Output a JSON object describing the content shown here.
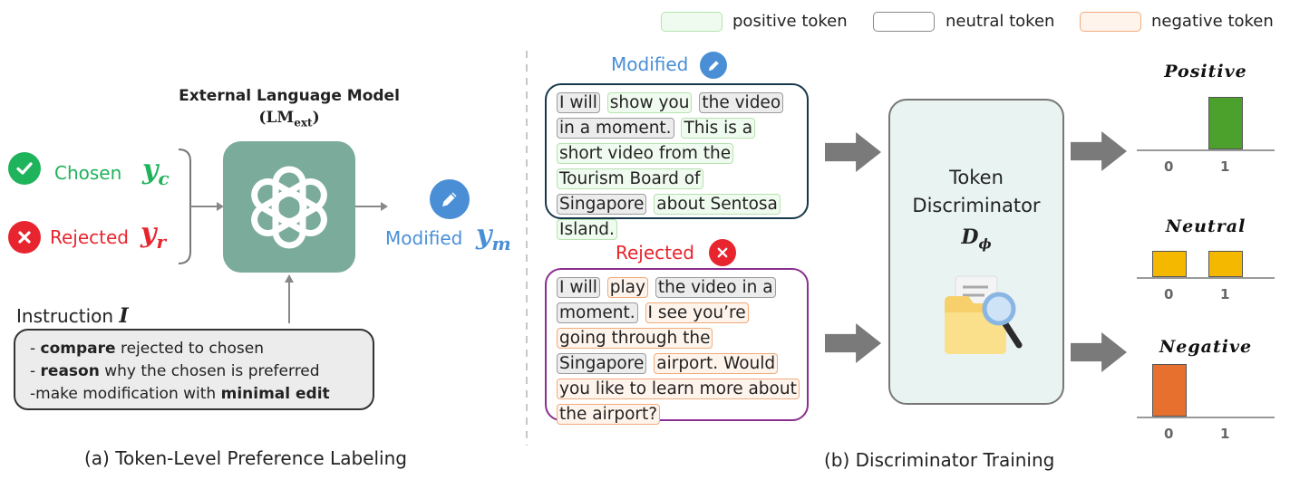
{
  "legend": {
    "positive": "positive token",
    "neutral": "neutral token",
    "negative": "negative token"
  },
  "panel_a": {
    "lm_title": "External Language Model",
    "lm_sub_main": "LM",
    "lm_sub_sub": "ext",
    "chosen_label": "Chosen",
    "chosen_sym": "y",
    "chosen_sub": "c",
    "rejected_label": "Rejected",
    "rejected_sym": "y",
    "rejected_sub": "r",
    "modified_label": "Modified",
    "modified_sym": "y",
    "modified_sub": "m",
    "instruction_label": "Instruction",
    "instruction_sym": "I",
    "instr1_bold": "compare",
    "instr1_rest": " rejected to chosen",
    "instr2_bold": "reason",
    "instr2_rest": " why the chosen is preferred",
    "instr3_rest": "-make modification with ",
    "instr3_bold": "minimal edit",
    "caption": "(a) Token-Level Preference Labeling"
  },
  "panel_b": {
    "modified_title": "Modified",
    "rejected_title": "Rejected",
    "modified_tokens": [
      {
        "text": "I will",
        "type": "neu"
      },
      {
        "text": "show you",
        "type": "pos"
      },
      {
        "text": "the video in a moment.",
        "type": "neu"
      },
      {
        "text": "This is a short video from the Tourism Board of",
        "type": "pos"
      },
      {
        "text": "Singapore",
        "type": "neu"
      },
      {
        "text": "about Sentosa Island.",
        "type": "pos"
      }
    ],
    "rejected_tokens": [
      {
        "text": "I will",
        "type": "neu"
      },
      {
        "text": "play",
        "type": "neg"
      },
      {
        "text": "the video in a moment.",
        "type": "neu"
      },
      {
        "text": "I see you’re going through the",
        "type": "neg"
      },
      {
        "text": "Singapore",
        "type": "neu"
      },
      {
        "text": "airport. Would you like to learn more about the airport?",
        "type": "neg"
      }
    ],
    "disc_title": "Token Discriminator",
    "disc_sym": "D",
    "disc_sub": "ϕ",
    "caption": "(b) Discriminator Training"
  },
  "chart_data": [
    {
      "type": "bar",
      "title": "Positive",
      "categories": [
        "0",
        "1"
      ],
      "values": [
        0,
        1
      ],
      "color": "#4ca02c"
    },
    {
      "type": "bar",
      "title": "Neutral",
      "categories": [
        "0",
        "1"
      ],
      "values": [
        0.5,
        0.5
      ],
      "color": "#f5b800"
    },
    {
      "type": "bar",
      "title": "Negative",
      "categories": [
        "0",
        "1"
      ],
      "values": [
        1,
        0
      ],
      "color": "#e8702e"
    }
  ],
  "colors": {
    "positive_border": "#b6e2b0",
    "neutral_border": "#9c9c9c",
    "negative_border": "#f0ab7c",
    "chosen_green": "#1fb35b",
    "rejected_red": "#e8242e",
    "modified_blue": "#4a8fd6",
    "lm_box": "#7aab9b",
    "disc_box": "#e9f4f2"
  }
}
